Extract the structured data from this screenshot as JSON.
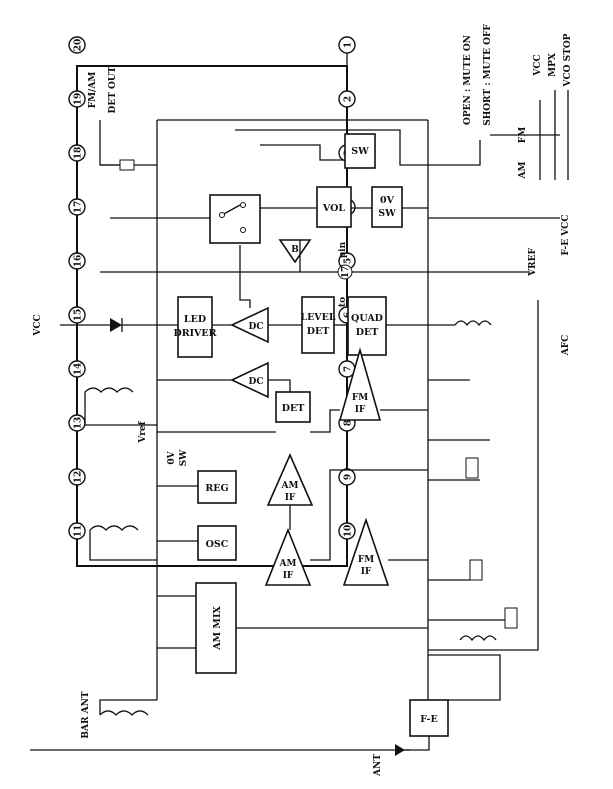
{
  "pins_left": [
    "11",
    "12",
    "13",
    "14",
    "15",
    "16",
    "17",
    "18",
    "19",
    "20"
  ],
  "pins_right": [
    "10",
    "9",
    "8",
    "7",
    "6",
    "5",
    "4",
    "3",
    "2",
    "1"
  ],
  "blocks": {
    "sw": "SW",
    "vol": "VOL",
    "ovsw_top": "0V",
    "ovsw_bottom": "SW",
    "led_driver_1": "LED",
    "led_driver_2": "DRIVER",
    "level_det_1": "LEVEL",
    "level_det_2": "DET",
    "quad_det_1": "QUAD",
    "quad_det_2": "DET",
    "det": "DET",
    "reg": "REG",
    "osc": "OSC",
    "am_mix": "AM MIX",
    "fe": "F-E",
    "dc_a": "DC",
    "dc_b": "DC",
    "buf_b": "B",
    "fm_if_a_1": "FM",
    "fm_if_a_2": "IF",
    "am_if_a_1": "AM",
    "am_if_a_2": "IF",
    "am_if_b_1": "AM",
    "am_if_b_2": "IF",
    "fm_if_b_1": "FM",
    "fm_if_b_2": "IF"
  },
  "labels": {
    "fm_am_det_out_1": "FM/AM",
    "fm_am_det_out_2": "DET OUT",
    "open_mute_on": "OPEN : MUTE ON",
    "short_mute_off": "SHORT : MUTE OFF",
    "vcc_top": "VCC",
    "mpx": "MPX",
    "vco_stop": "VCO STOP",
    "am": "AM",
    "fm": "FM",
    "fe_vcc": "F-E VCC",
    "vref_right": "VREF",
    "to_17_pin": "to",
    "to_17_pin_num": "17",
    "to_17_pin_suffix": "pin",
    "afc": "AFC",
    "vcc_left": "VCC",
    "vref_left": "Vref",
    "ov_sw_1": "0V",
    "ov_sw_2": "SW",
    "bar_ant": "BAR ANT",
    "ant": "ANT"
  }
}
